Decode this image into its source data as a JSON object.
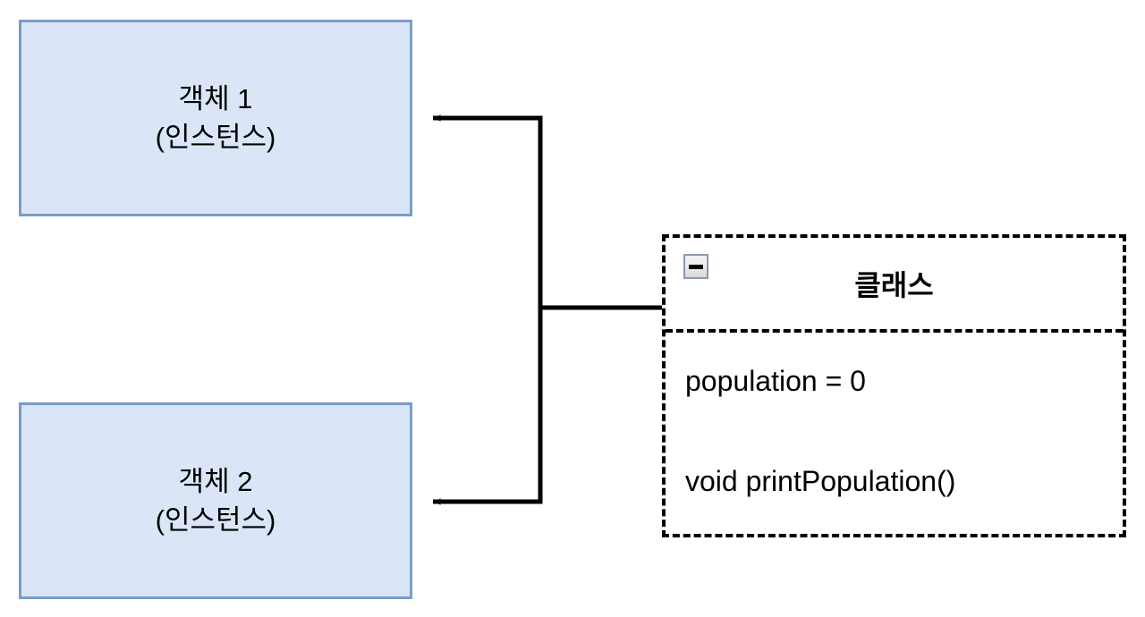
{
  "diagram": {
    "objects": [
      {
        "name": "object-1",
        "line1": "객체 1",
        "line2": "(인스턴스)"
      },
      {
        "name": "object-2",
        "line1": "객체 2",
        "line2": "(인스턴스)"
      }
    ],
    "class_box": {
      "title": "클래스",
      "collapse_icon": "minus-icon",
      "attribute": "population = 0",
      "method": "void printPopulation()"
    },
    "connectors": [
      {
        "name": "class-to-object-1",
        "arrow": "arrow-left"
      },
      {
        "name": "class-to-object-2",
        "arrow": "arrow-left"
      }
    ],
    "colors": {
      "object_fill": "#dae6f8",
      "object_border": "#7a9cc6",
      "class_border": "#000000",
      "connector": "#000000",
      "icon_border": "#8d99ae"
    }
  }
}
